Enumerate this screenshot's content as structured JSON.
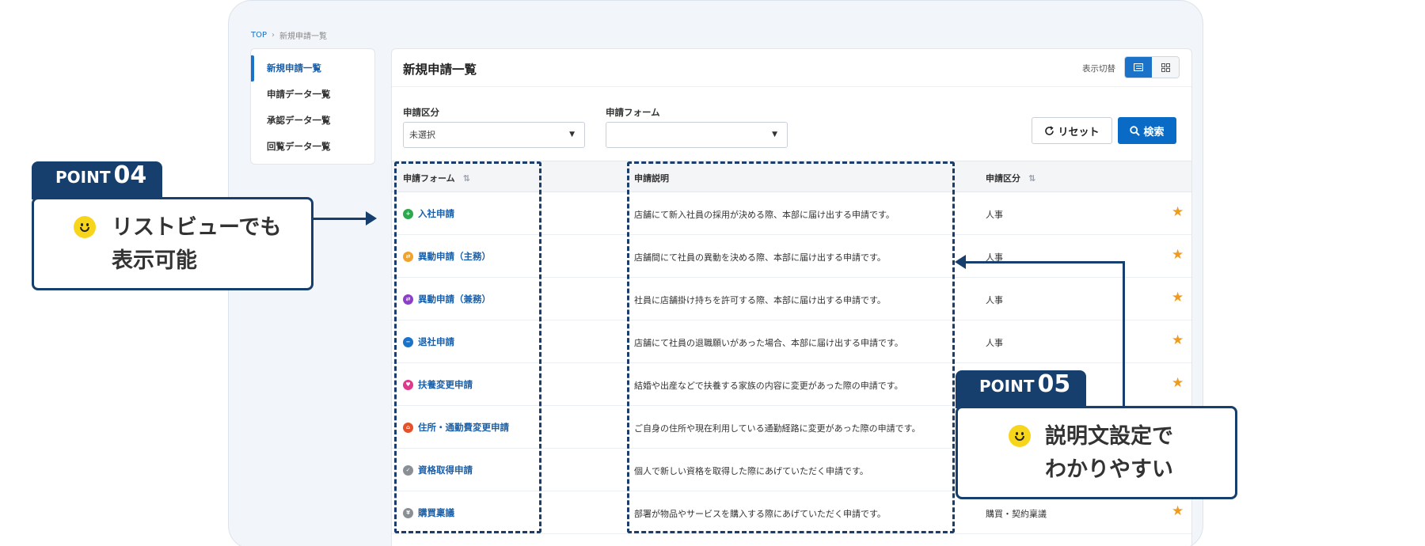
{
  "breadcrumb": {
    "top": "TOP",
    "separator": "›",
    "current": "新規申請一覧"
  },
  "sidebar": {
    "items": [
      {
        "label": "新規申請一覧",
        "active": true
      },
      {
        "label": "申請データ一覧",
        "active": false
      },
      {
        "label": "承認データ一覧",
        "active": false
      },
      {
        "label": "回覧データ一覧",
        "active": false
      }
    ]
  },
  "header": {
    "title": "新規申請一覧",
    "view_toggle_label": "表示切替",
    "active_view": "list"
  },
  "filters": {
    "category_label": "申請区分",
    "category_value": "未選択",
    "form_label": "申請フォーム",
    "form_value": "",
    "reset_label": "リセット",
    "search_label": "検索"
  },
  "table": {
    "columns": {
      "form": "申請フォーム",
      "description": "申請説明",
      "category": "申請区分"
    },
    "rows": [
      {
        "form": "入社申請",
        "icon": "user-add-icon",
        "icon_color": "#2ea84f",
        "description": "店舗にて新入社員の採用が決める際、本部に届け出する申請です。",
        "category": "人事",
        "starred": true
      },
      {
        "form": "異動申請（主務）",
        "icon": "transfer-icon",
        "icon_color": "#f0a22a",
        "description": "店舗間にて社員の異動を決める際、本部に届け出する申請です。",
        "category": "人事",
        "starred": true
      },
      {
        "form": "異動申請（兼務）",
        "icon": "transfer-icon",
        "icon_color": "#8b3fc8",
        "description": "社員に店舗掛け持ちを許可する際、本部に届け出する申請です。",
        "category": "人事",
        "starred": true
      },
      {
        "form": "退社申請",
        "icon": "user-remove-icon",
        "icon_color": "#1a73c8",
        "description": "店舗にて社員の退職願いがあった場合、本部に届け出する申請です。",
        "category": "人事",
        "starred": true
      },
      {
        "form": "扶養変更申請",
        "icon": "family-icon",
        "icon_color": "#e0388a",
        "description": "結婚や出産などで扶養する家族の内容に変更があった際の申請です。",
        "category": "",
        "starred": true
      },
      {
        "form": "住所・通勤費変更申請",
        "icon": "home-icon",
        "icon_color": "#e6502b",
        "description": "ご自身の住所や現在利用している通勤経路に変更があった際の申請です。",
        "category": "",
        "starred": false
      },
      {
        "form": "資格取得申請",
        "icon": "certificate-icon",
        "icon_color": "#8a8f96",
        "description": "個人で新しい資格を取得した際にあげていただく申請です。",
        "category": "",
        "starred": false
      },
      {
        "form": "購買稟議",
        "icon": "purchase-icon",
        "icon_color": "#8a8f96",
        "description": "部署が物品やサービスを購入する際にあげていただく申請です。",
        "category": "購買・契約稟議",
        "starred": true
      }
    ]
  },
  "callouts": {
    "point04": {
      "word": "POINT",
      "number": "04",
      "text": "リストビューでも\n表示可能"
    },
    "point05": {
      "word": "POINT",
      "number": "05",
      "text": "説明文設定で\nわかりやすい"
    }
  },
  "colors": {
    "accent": "#1a73c8",
    "callout": "#163f6e",
    "star": "#f29a1c",
    "smiley": "#f7d51b"
  }
}
